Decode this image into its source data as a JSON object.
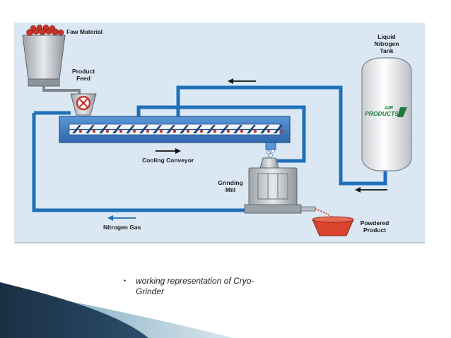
{
  "labels": {
    "raw_material": "Faw Material",
    "product_feed_line1": "Product",
    "product_feed_line2": "Feed",
    "liquid_nitrogen_tank_line1": "Liquid",
    "liquid_nitrogen_tank_line2": "Nitrogen",
    "liquid_nitrogen_tank_line3": "Tank",
    "cooling_conveyor": "Cooling Conveyor",
    "grinding_mill_line1": "Grinding",
    "grinding_mill_line2": "Mill",
    "powdered_product_line1": "Powdered",
    "powdered_product_line2": "Product",
    "nitrogen_gas": "Nitrogen Gas"
  },
  "tank_logo": {
    "line1": "AIR",
    "line2": "PRODUCTS"
  },
  "caption": {
    "bullet": "‣",
    "line1": "working representation of Cryo-",
    "line2": "Grinder"
  },
  "colors": {
    "diagram_background": "#dbe8f3",
    "pipe": "#1f6fb8",
    "conveyor": "#3d7fc8",
    "powder": "#d9442f",
    "logo_green": "#1f7a3a",
    "slide_accent": "#1e3c5a"
  }
}
